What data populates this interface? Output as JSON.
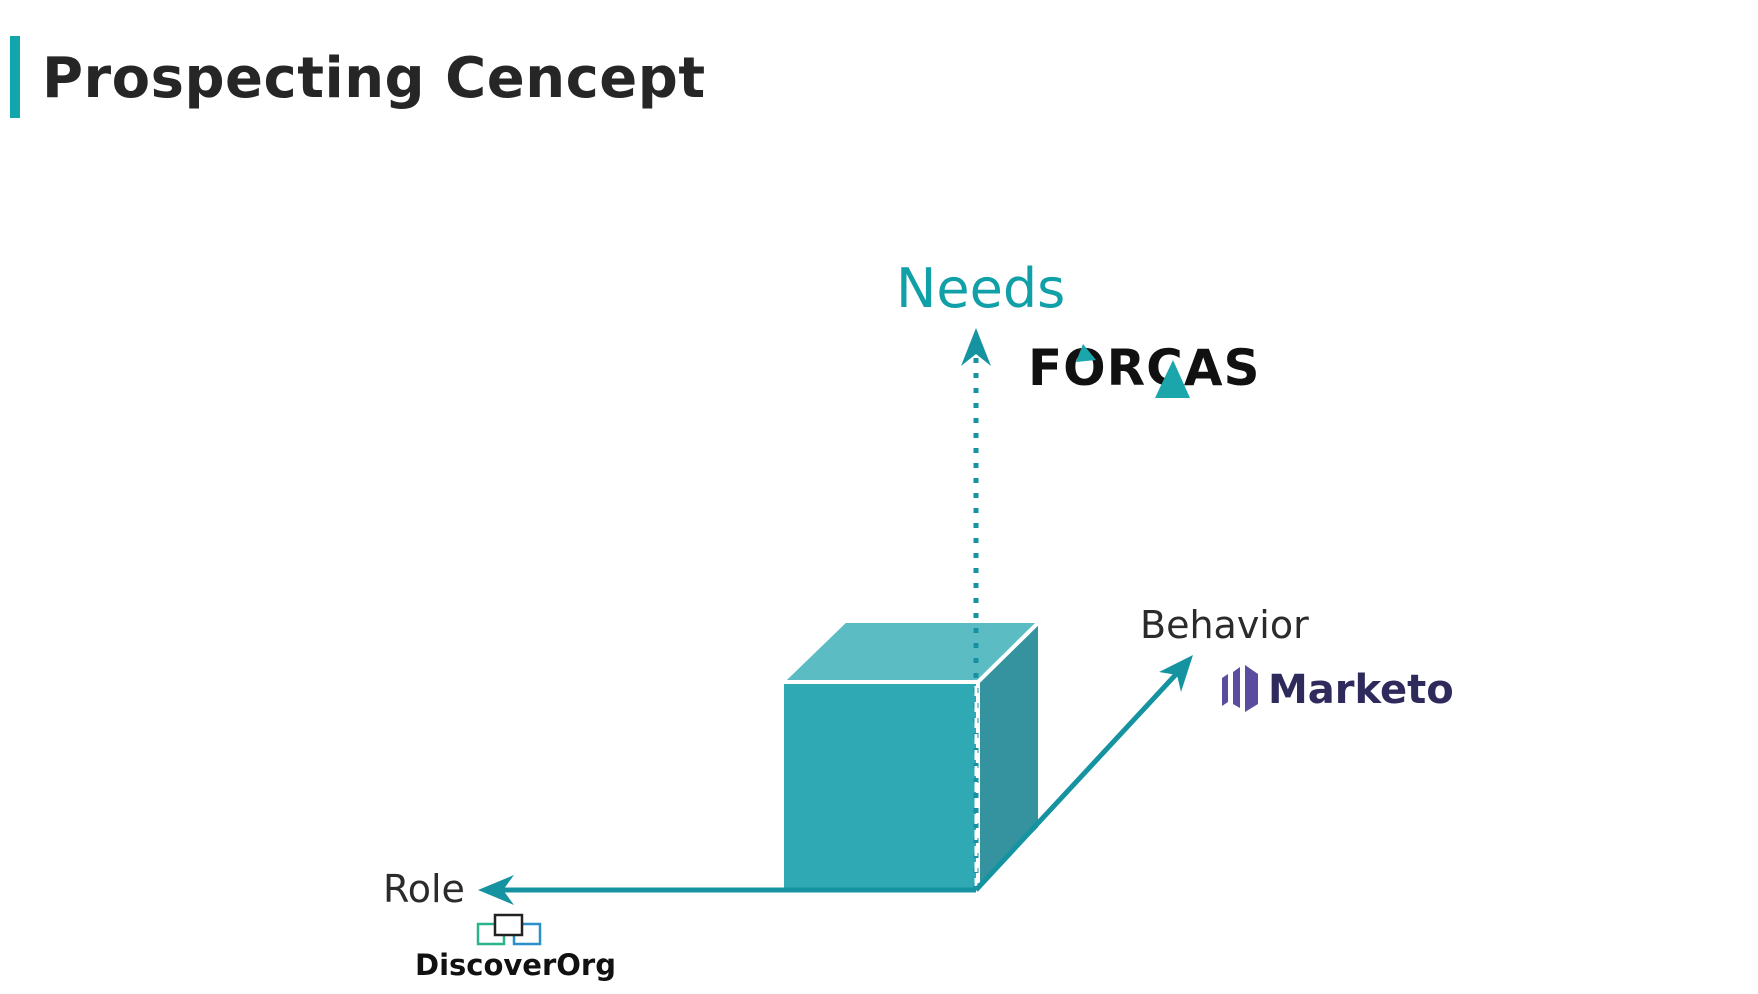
{
  "title": "Prospecting Cencept",
  "axes": {
    "needs": {
      "label": "Needs",
      "logo": "FORCAS"
    },
    "behavior": {
      "label": "Behavior",
      "logo": "Marketo"
    },
    "role": {
      "label": "Role",
      "logo": "DiscoverOrg"
    }
  },
  "colors": {
    "accent": "#12a5ad",
    "cube_front": "#2fa9b4",
    "cube_top": "#5bbcc4",
    "cube_side": "#34939f",
    "arrow": "#1693a0",
    "marketo_purple": "#5c4c9f",
    "text_dark": "#262626"
  }
}
